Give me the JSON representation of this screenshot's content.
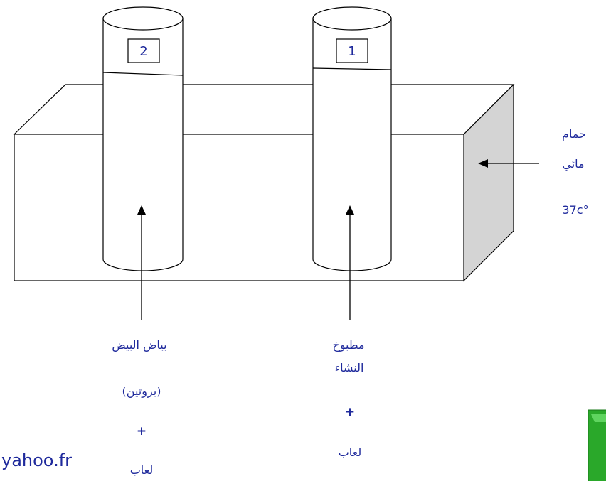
{
  "water_bath": {
    "label_line1": "حمام",
    "label_line2": "مائي",
    "temperature": "37c°",
    "side_color": "#d4d4d4"
  },
  "tubes": [
    {
      "number": "1",
      "content_line1": "مطبوخ",
      "content_line2": "النشاء",
      "plus": "+",
      "additive": "لعاب"
    },
    {
      "number": "2",
      "content_line1": "بياض البيض",
      "content_line2": "(بروتين)",
      "plus": "+",
      "additive": "لعاب"
    }
  ],
  "footer": {
    "email_fragment": "yahoo.fr",
    "badge_color": "#2aa82a"
  },
  "colors": {
    "text": "#1f2a9c",
    "stroke": "#000000"
  }
}
